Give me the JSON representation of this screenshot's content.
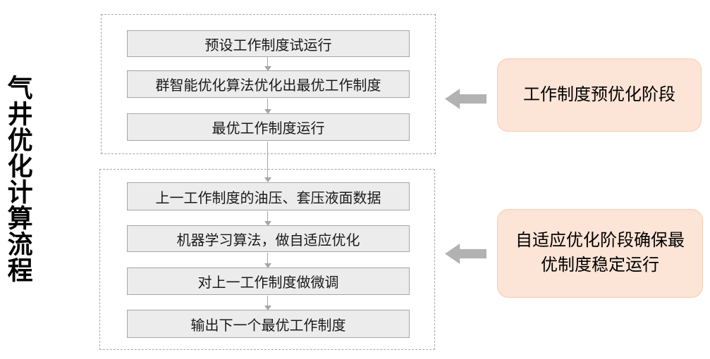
{
  "title": "气井优化计算流程",
  "flow": {
    "stage1": {
      "boxes": [
        "预设工作制度试运行",
        "群智能优化算法优化出最优工作制度",
        "最优工作制度运行"
      ]
    },
    "stage2": {
      "boxes": [
        "上一工作制度的油压、套压液面数据",
        "机器学习算法，做自适应优化",
        "对上一工作制度做微调",
        "输出下一个最优工作制度"
      ]
    }
  },
  "callouts": {
    "stage1": "工作制度预优化阶段",
    "stage2": "自适应优化阶段确保最优制度稳定运行"
  },
  "colors": {
    "box_fill": "#ececec",
    "box_border": "#a6a6a6",
    "container_border": "#a6a6a6",
    "connector": "#a6a6a6",
    "block_arrow": "#b2b2b2",
    "callout_fill": "#fce4d6",
    "callout_border": "#f8cbad",
    "text": "#1a1a1a"
  }
}
